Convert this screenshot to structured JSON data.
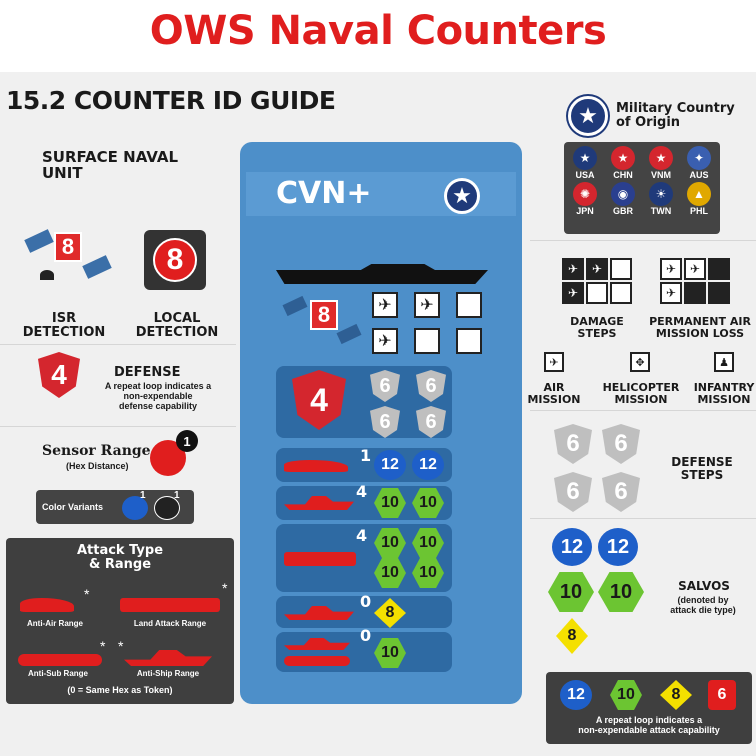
{
  "title": "OWS Naval Counters",
  "guide_heading": "15.2 COUNTER ID GUIDE",
  "left": {
    "surface_unit": "SURFACE NAVAL\nUNIT",
    "isr_value": "8",
    "isr_label": "ISR\nDETECTION",
    "local_value": "8",
    "local_label": "LOCAL\nDETECTION",
    "defense_value": "4",
    "defense_title": "DEFENSE",
    "defense_note": "A repeat loop indicates a\nnon-expendable\ndefense capability",
    "sensor_title": "Sensor Range",
    "sensor_sub": "(Hex Distance)",
    "sensor_value": "1",
    "color_variants": "Color Variants",
    "cv_value1": "1",
    "cv_value2": "1",
    "attack_title": "Attack Type\n& Range",
    "anti_air": "Anti-Air Range",
    "land_attack": "Land Attack Range",
    "anti_sub": "Anti-Sub Range",
    "anti_ship": "Anti-Ship Range",
    "same_hex": "(0 = Same Hex as Token)",
    "asterisk": "*"
  },
  "token": {
    "name": "CVN+",
    "isr_value": "8",
    "defense_value": "4",
    "defense_steps": [
      "6",
      "6",
      "6",
      "6"
    ],
    "rows": [
      {
        "range": "1",
        "chips": [
          "12",
          "12"
        ],
        "color": "blue"
      },
      {
        "range": "4",
        "chips": [
          "10",
          "10"
        ],
        "color": "green"
      },
      {
        "range": "4",
        "chips": [
          "10",
          "10",
          "10",
          "10"
        ],
        "color": "green"
      },
      {
        "range": "0",
        "chips": [
          "8"
        ],
        "color": "yellow"
      },
      {
        "range": "0",
        "chips": [
          "10"
        ],
        "color": "green"
      }
    ]
  },
  "right": {
    "country_title": "Military Country\nof Origin",
    "countries": [
      {
        "code": "USA",
        "color": "#1f3a7a"
      },
      {
        "code": "CHN",
        "color": "#d4262e"
      },
      {
        "code": "VNM",
        "color": "#d4262e"
      },
      {
        "code": "AUS",
        "color": "#3a5fb0"
      },
      {
        "code": "JPN",
        "color": "#d4262e"
      },
      {
        "code": "GBR",
        "color": "#2a3f8f"
      },
      {
        "code": "TWN",
        "color": "#1f3a7a"
      },
      {
        "code": "PHL",
        "color": "#e0a800"
      }
    ],
    "damage_steps": "DAMAGE\nSTEPS",
    "permanent_loss": "PERMANENT AIR\nMISSION LOSS",
    "air_mission": "AIR\nMISSION",
    "helo_mission": "HELICOPTER\nMISSION",
    "infantry_mission": "INFANTRY\nMISSION",
    "defense_steps_label": "DEFENSE\nSTEPS",
    "defense_step_values": [
      "6",
      "6",
      "6",
      "6"
    ],
    "salvos_title": "SALVOS",
    "salvos_sub": "(denoted by\nattack die type)",
    "salvo_blue": [
      "12",
      "12"
    ],
    "salvo_green": [
      "10",
      "10"
    ],
    "salvo_yellow": "8",
    "repeat_chips": [
      "12",
      "10",
      "8",
      "6"
    ],
    "repeat_note": "A repeat loop indicates a\nnon-expendable attack capability"
  }
}
